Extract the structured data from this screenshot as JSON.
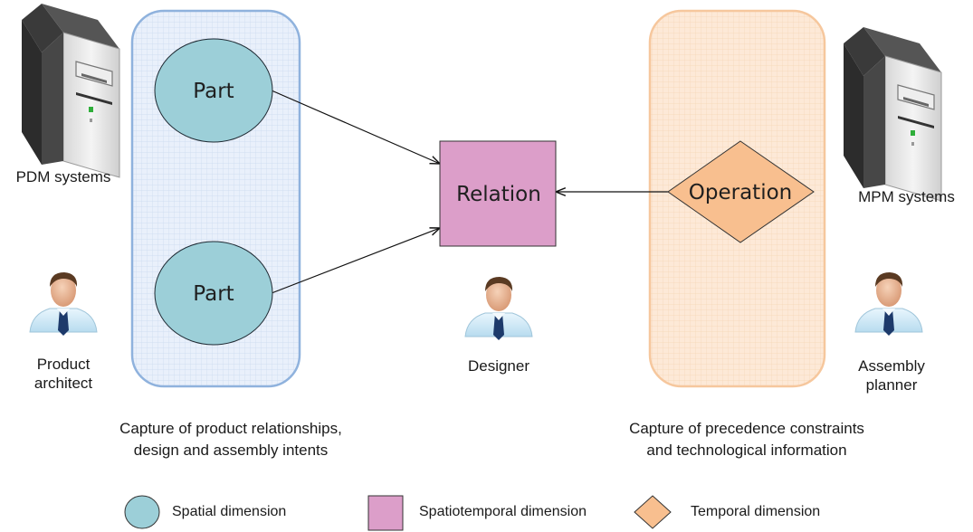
{
  "left_panel": {
    "system": "PDM systems",
    "role_line1": "Product",
    "role_line2": "architect",
    "caption_line1": "Capture of product relationships,",
    "caption_line2": "design and assembly intents",
    "part_top": "Part",
    "part_bottom": "Part"
  },
  "center": {
    "relation": "Relation",
    "role": "Designer"
  },
  "right_panel": {
    "system": "MPM systems",
    "operation": "Operation",
    "role_line1": "Assembly",
    "role_line2": "planner",
    "caption_line1": "Capture of precedence constraints",
    "caption_line2": "and technological information"
  },
  "legend": {
    "spatial": "Spatial dimension",
    "spatiotemporal": "Spatiotemporal dimension",
    "temporal": "Temporal dimension"
  },
  "colors": {
    "spatial_fill": "#9ccfd8",
    "spatiotemporal_fill": "#dc9ec9",
    "temporal_fill": "#f8bf8f",
    "left_panel_border": "#8fb2dd",
    "right_panel_border": "#f6c79d"
  }
}
